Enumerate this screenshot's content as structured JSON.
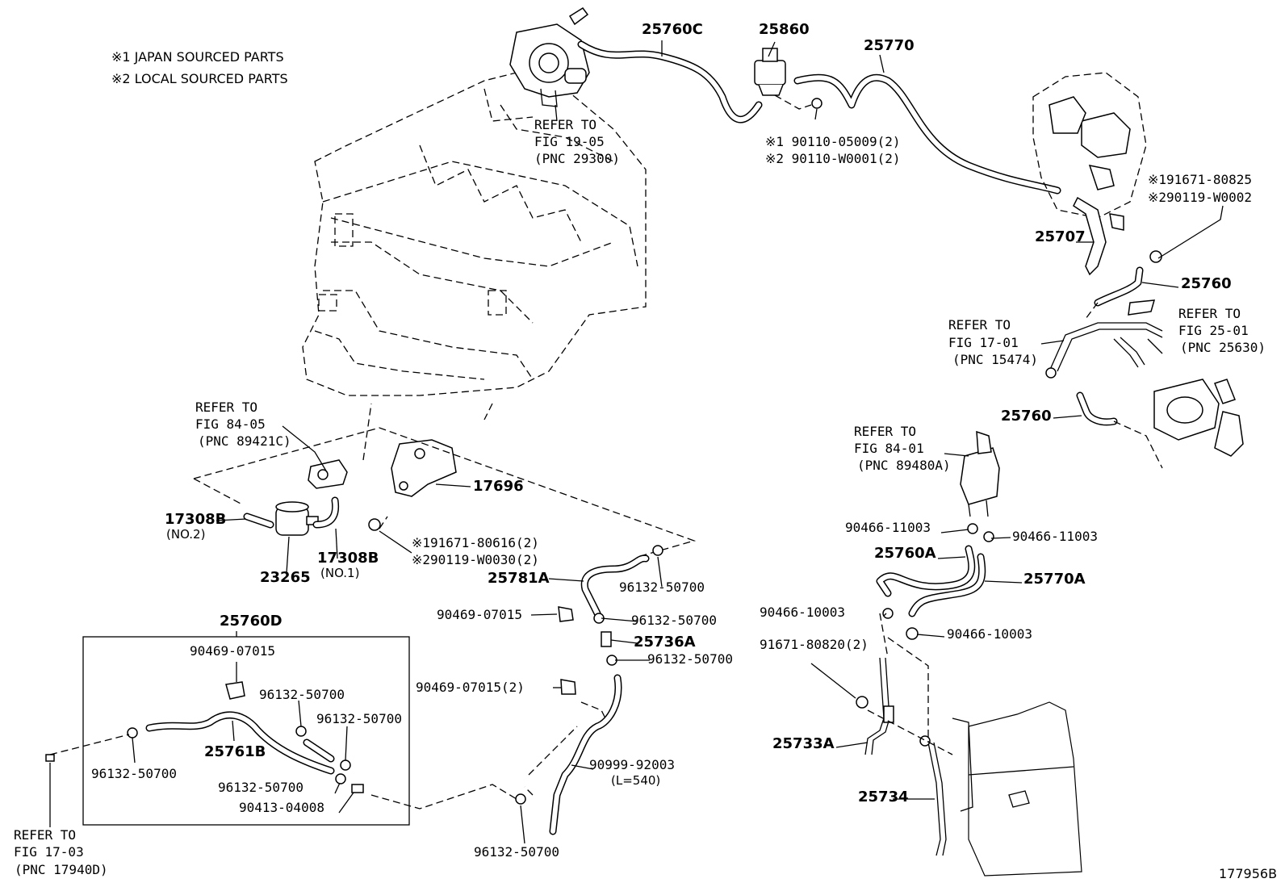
{
  "notes": {
    "japan": "※1 JAPAN SOURCED PARTS",
    "local": "※2 LOCAL SOURCED PARTS"
  },
  "figure_id": "177956B",
  "labels": {
    "p25760C": "25760C",
    "p25860": "25860",
    "p25770": "25770",
    "ref1905_a": "REFER TO",
    "ref1905_b": "FIG 19-05",
    "ref1905_c": "(PNC 29300)",
    "b1_a": "※1 90110-05009(2)",
    "b1_b": "※2 90110-W0001(2)",
    "b2_a": "※191671-80825",
    "b2_b": "※290119-W0002",
    "p25707": "25707",
    "p25760_a": "25760",
    "ref1701_a": "REFER TO",
    "ref1701_b": "FIG 17-01",
    "ref1701_c": "(PNC 15474)",
    "ref2501_a": "REFER TO",
    "ref2501_b": "FIG 25-01",
    "ref2501_c": "(PNC 25630)",
    "p25760_b": "25760",
    "ref8401_a": "REFER TO",
    "ref8401_b": "FIG 84-01",
    "ref8401_c": "(PNC 89480A)",
    "c90466_11003_l": "90466-11003",
    "c90466_11003_r": "90466-11003",
    "p25760A": "25760A",
    "p25770A": "25770A",
    "c90466_10003_l": "90466-10003",
    "c90466_10003_r": "90466-10003",
    "b91671": "91671-80820(2)",
    "p25733A": "25733A",
    "p25734": "25734",
    "ref8405_a": "REFER TO",
    "ref8405_b": "FIG 84-05",
    "ref8405_c": "(PNC 89421C)",
    "p17696": "17696",
    "p17308B": "17308B",
    "p17308B_no2": "(NO.2)",
    "p17308B_b": "17308B",
    "p17308B_no1": "(NO.1)",
    "p23265": "23265",
    "b3_a": "※191671-80616(2)",
    "b3_b": "※290119-W0030(2)",
    "p25781A": "25781A",
    "c96132_1": "96132-50700",
    "c90469_1": "90469-07015",
    "c96132_2": "96132-50700",
    "p25736A": "25736A",
    "c96132_3": "96132-50700",
    "c90469_2": "90469-07015(2)",
    "hose90999": "90999-92003",
    "hose90999_len": "(L=540)",
    "c96132_bot": "96132-50700",
    "p25760D": "25760D",
    "box_90469": "90469-07015",
    "box_96132_a": "96132-50700",
    "box_96132_b": "96132-50700",
    "box_25761B": "25761B",
    "box_96132_c": "96132-50700",
    "box_96132_d": "96132-50700",
    "box_90413": "90413-04008",
    "ref1703_a": "REFER TO",
    "ref1703_b": "FIG 17-03",
    "ref1703_c": "(PNC 17940D)"
  }
}
